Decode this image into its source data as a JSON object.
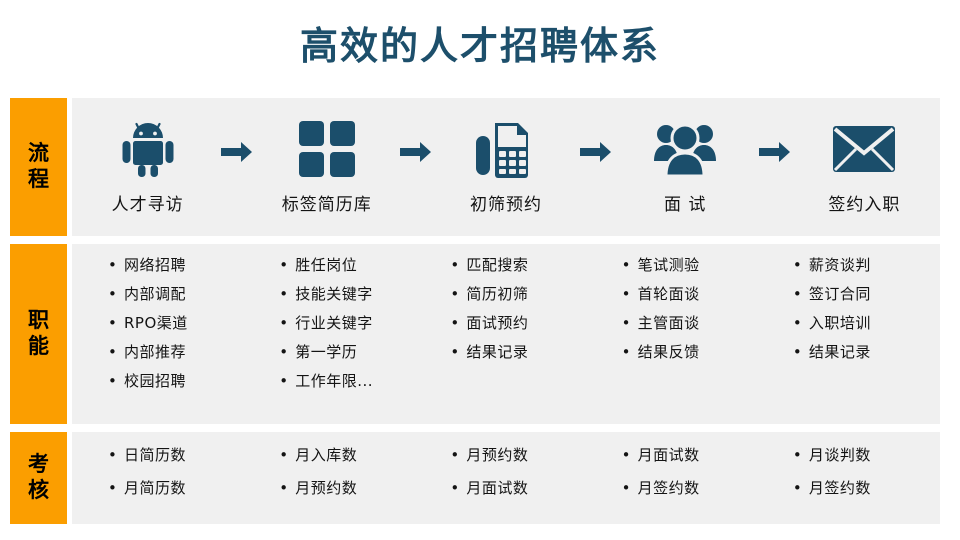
{
  "title": "高效的人才招聘体系",
  "colors": {
    "title": "#1d4f6b",
    "accent_orange": "#fb9e00",
    "panel_gray": "#f0f0f0",
    "icon_blue": "#1b4e6b",
    "text": "#141414"
  },
  "rows": {
    "process": {
      "label": "流程",
      "steps": [
        {
          "icon": "android-robot-icon",
          "label": "人才寻访"
        },
        {
          "icon": "four-squares-grid-icon",
          "label": "标签简历库"
        },
        {
          "icon": "fax-machine-icon",
          "label": "初筛预约"
        },
        {
          "icon": "people-group-icon",
          "label": "面 试"
        },
        {
          "icon": "envelope-icon",
          "label": "签约入职"
        }
      ],
      "arrow_icon": "arrow-right-icon",
      "arrow_count": 4
    },
    "function": {
      "label": "职能",
      "columns": [
        {
          "items": [
            "网络招聘",
            "内部调配",
            "RPO渠道",
            "内部推荐",
            "校园招聘"
          ]
        },
        {
          "items": [
            "胜任岗位",
            "技能关键字",
            "行业关键字",
            "第一学历",
            "工作年限..."
          ]
        },
        {
          "items": [
            "匹配搜索",
            "简历初筛",
            "面试预约",
            "结果记录"
          ]
        },
        {
          "items": [
            "笔试测验",
            "首轮面谈",
            "主管面谈",
            "结果反馈"
          ]
        },
        {
          "items": [
            "薪资谈判",
            "签订合同",
            "入职培训",
            "结果记录"
          ]
        }
      ]
    },
    "assess": {
      "label": "考核",
      "columns": [
        {
          "items": [
            "日简历数",
            "月简历数"
          ]
        },
        {
          "items": [
            "月入库数",
            "月预约数"
          ]
        },
        {
          "items": [
            "月预约数",
            "月面试数"
          ]
        },
        {
          "items": [
            "月面试数",
            "月签约数"
          ]
        },
        {
          "items": [
            "月谈判数",
            "月签约数"
          ]
        }
      ]
    }
  },
  "bullet_glyph": "•"
}
